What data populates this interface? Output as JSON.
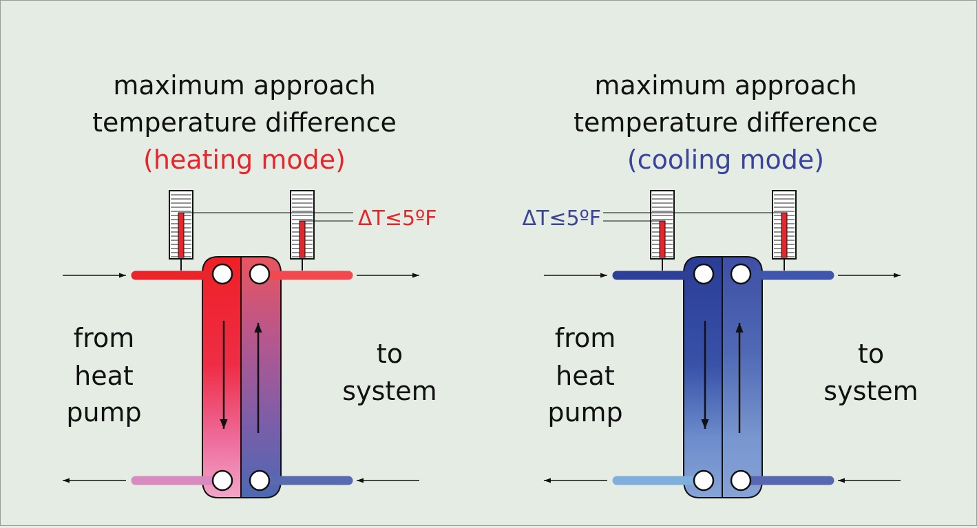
{
  "heating": {
    "title_line1": "maximum approach",
    "title_line2": "temperature difference",
    "mode": "(heating mode)",
    "delta_t": "ΔT≤5ºF",
    "left_label": [
      "from",
      "heat",
      "pump"
    ],
    "right_label": [
      "to",
      "system"
    ]
  },
  "cooling": {
    "title_line1": "maximum approach",
    "title_line2": "temperature difference",
    "mode": "(cooling mode)",
    "delta_t": "ΔT≤5ºF",
    "left_label": [
      "from",
      "heat",
      "pump"
    ],
    "right_label": [
      "to",
      "system"
    ]
  },
  "colors": {
    "heating_hot": "#e8252b",
    "heating_warm": "#ef4a4f",
    "heating_cool_out": "#d98abf",
    "heating_return": "#5a6ab0",
    "cooling_dark": "#2e3f96",
    "cooling_mid": "#4056a8",
    "cooling_light_out": "#7fb0dd",
    "cooling_return": "#5868b0",
    "thermometer_fill": "#e8252b"
  }
}
